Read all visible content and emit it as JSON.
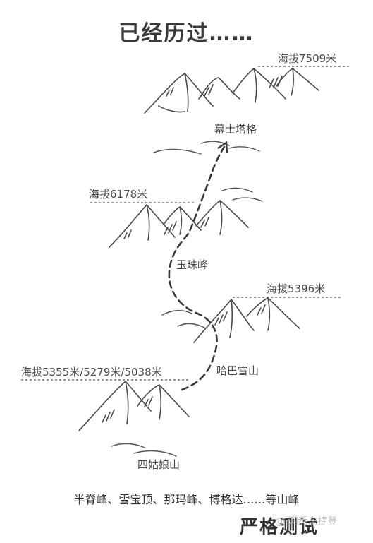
{
  "title": "已经历过……",
  "peaks": [
    {
      "name": "幕士塔格",
      "altitude": "海拔7509米"
    },
    {
      "name": "玉珠峰",
      "altitude": "海拔6178米"
    },
    {
      "name": "哈巴雪山",
      "altitude": "海拔5396米"
    },
    {
      "name": "四姑娘山",
      "altitude": "海拔5355米/5279米/5038米"
    }
  ],
  "footer": {
    "other_peaks": "半脊峰、雪宝顶、那玛峰、博格达……等山峰",
    "strict_test": "严格测试",
    "watermark": "@ 洞悉东捷登"
  }
}
